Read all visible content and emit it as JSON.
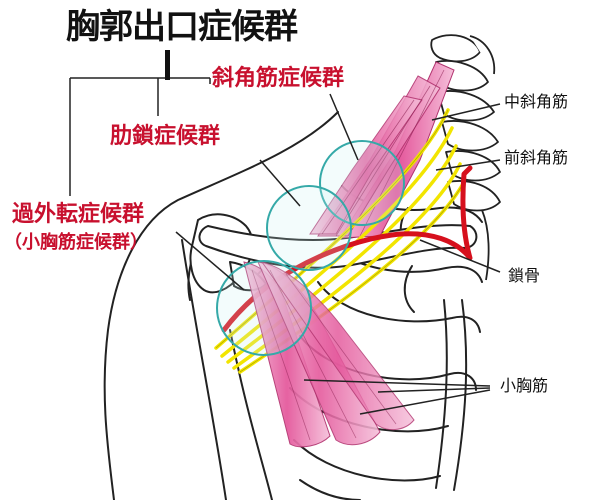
{
  "title": "胸郭出口症候群",
  "syndromes": {
    "scalene": "斜角筋症候群",
    "costoclavicular": "肋鎖症候群",
    "hyperabduction": "過外転症候群",
    "hyperabduction_sub": "（小胸筋症候群）"
  },
  "anatomy": {
    "middle_scalene": "中斜角筋",
    "anterior_scalene": "前斜角筋",
    "clavicle": "鎖骨",
    "pectoralis_minor": "小胸筋"
  },
  "colors": {
    "muscle": "#e4559a",
    "muscle_light": "#f3b3d2",
    "nerve": "#f2e500",
    "artery": "#d6101d",
    "circle": "#35a9a8",
    "outline": "#222222",
    "label_red": "#c8102e"
  }
}
